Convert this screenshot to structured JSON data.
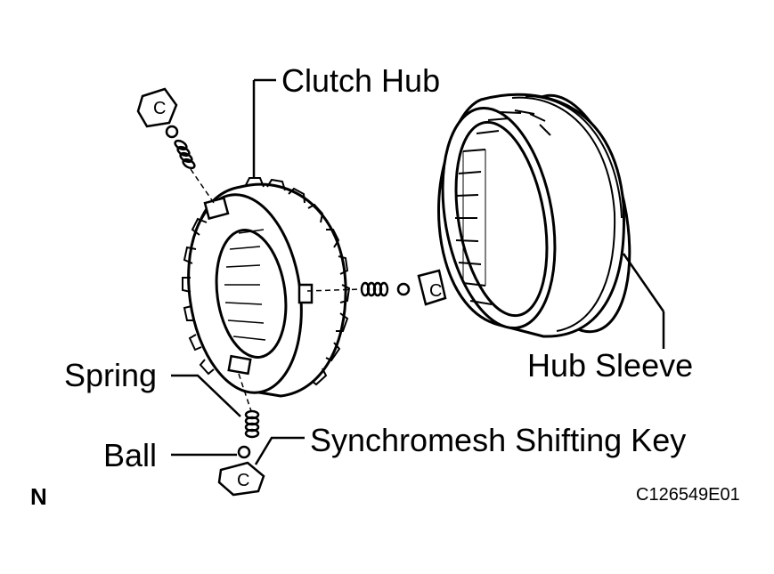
{
  "labels": {
    "clutch_hub": "Clutch Hub",
    "hub_sleeve": "Hub Sleeve",
    "spring": "Spring",
    "ball": "Ball",
    "shifting_key": "Synchromesh Shifting Key",
    "key_mark": "C"
  },
  "corner_mark": "N",
  "figure_code": "C126549E01",
  "colors": {
    "line": "#000000",
    "background": "#ffffff"
  }
}
